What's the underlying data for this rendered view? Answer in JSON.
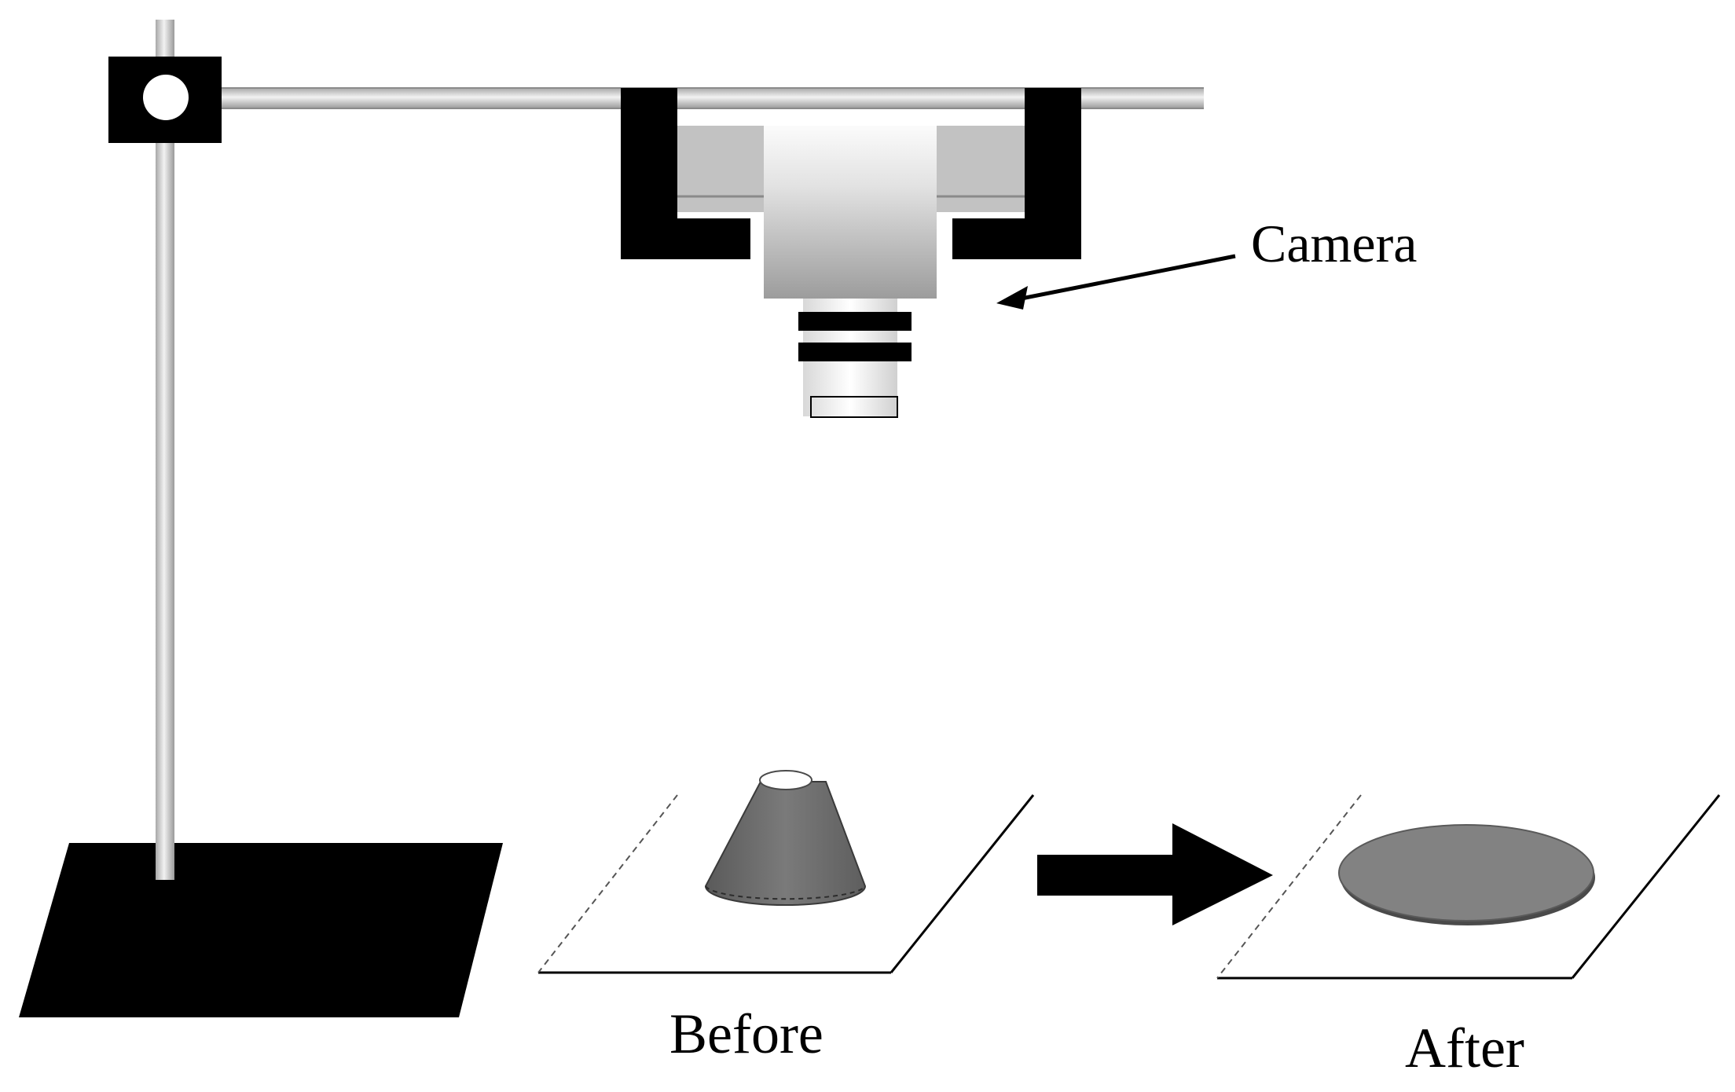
{
  "labels": {
    "camera": "Camera",
    "before": "Before",
    "after": "After"
  },
  "colors": {
    "ink": "#000000",
    "rod_light": "#e8e8e8",
    "rod_dark": "#9a9a9a",
    "camera_plate": "#c2c2c2",
    "cone_fill": "#6e6e6e",
    "disc_fill": "#828282",
    "background": "#ffffff"
  }
}
